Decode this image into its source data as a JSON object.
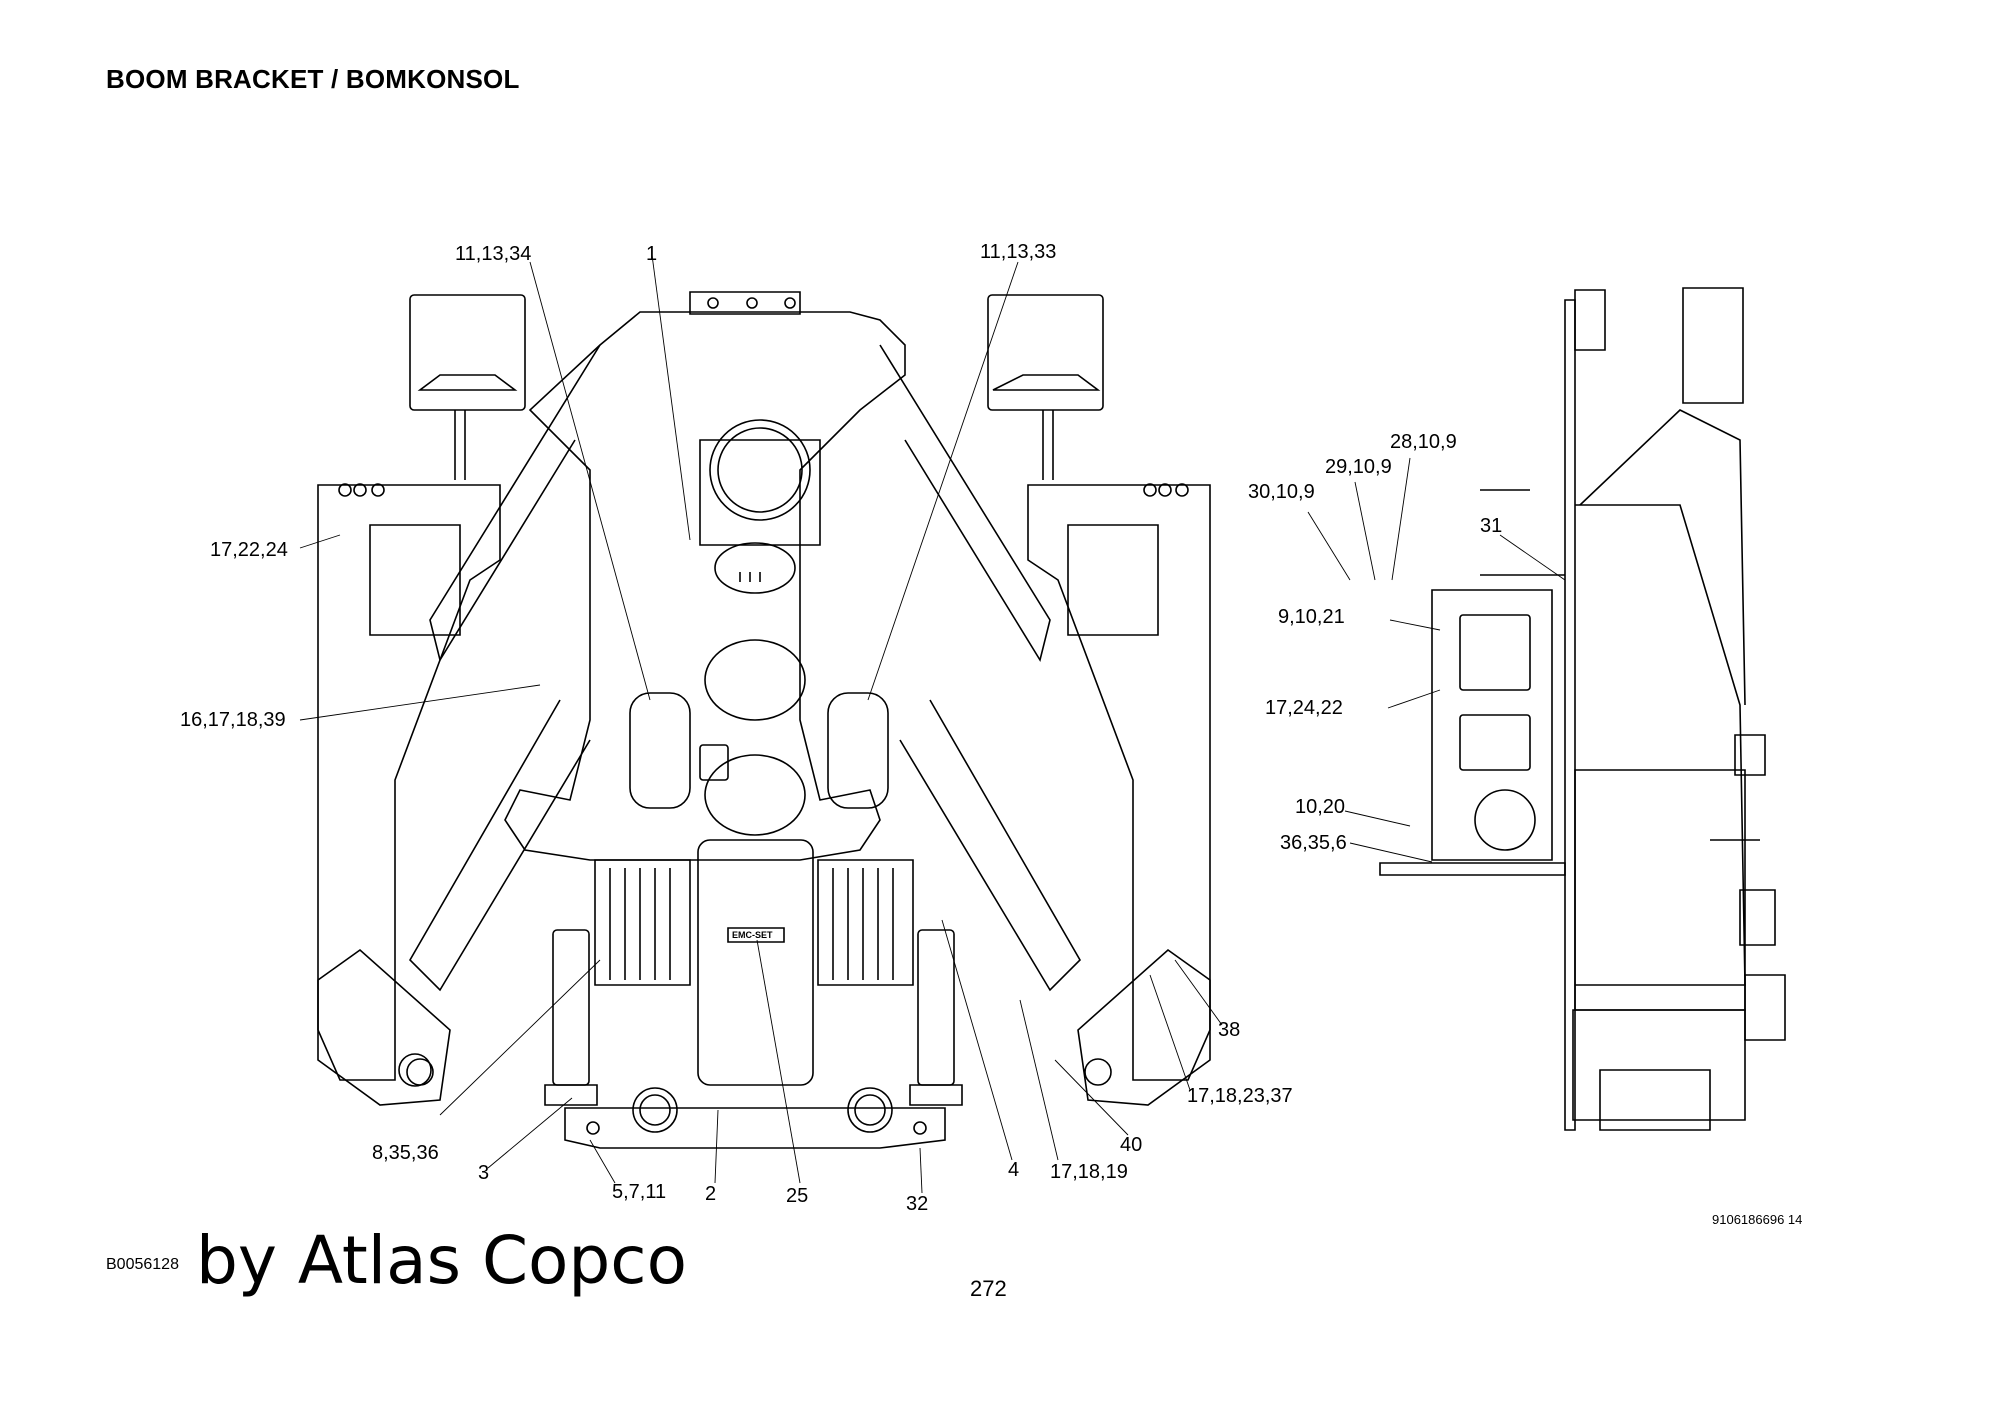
{
  "header": {
    "title": "BOOM BRACKET / BOMKONSOL"
  },
  "callouts": {
    "c_11_13_34": "11,13,34",
    "c_1": "1",
    "c_11_13_33": "11,13,33",
    "c_17_22_24": "17,22,24",
    "c_16_17_18_39": "16,17,18,39",
    "c_8_35_36": "8,35,36",
    "c_3": "3",
    "c_5_7_11": "5,7,11",
    "c_2": "2",
    "c_25": "25",
    "c_32": "32",
    "c_4": "4",
    "c_17_18_19": "17,18,19",
    "c_40": "40",
    "c_17_18_23_37": "17,18,23,37",
    "c_38": "38",
    "c_28_10_9": "28,10,9",
    "c_29_10_9": "29,10,9",
    "c_30_10_9": "30,10,9",
    "c_31": "31",
    "c_9_10_21": "9,10,21",
    "c_17_24_22": "17,24,22",
    "c_10_20": "10,20",
    "c_36_35_6": "36,35,6"
  },
  "drawing_labels": {
    "emc_set": "EMC-SET"
  },
  "footer": {
    "doc_ref": "9106186696 14",
    "image_ref": "B0056128",
    "credit": "by Atlas Copco",
    "page_number": "272"
  }
}
